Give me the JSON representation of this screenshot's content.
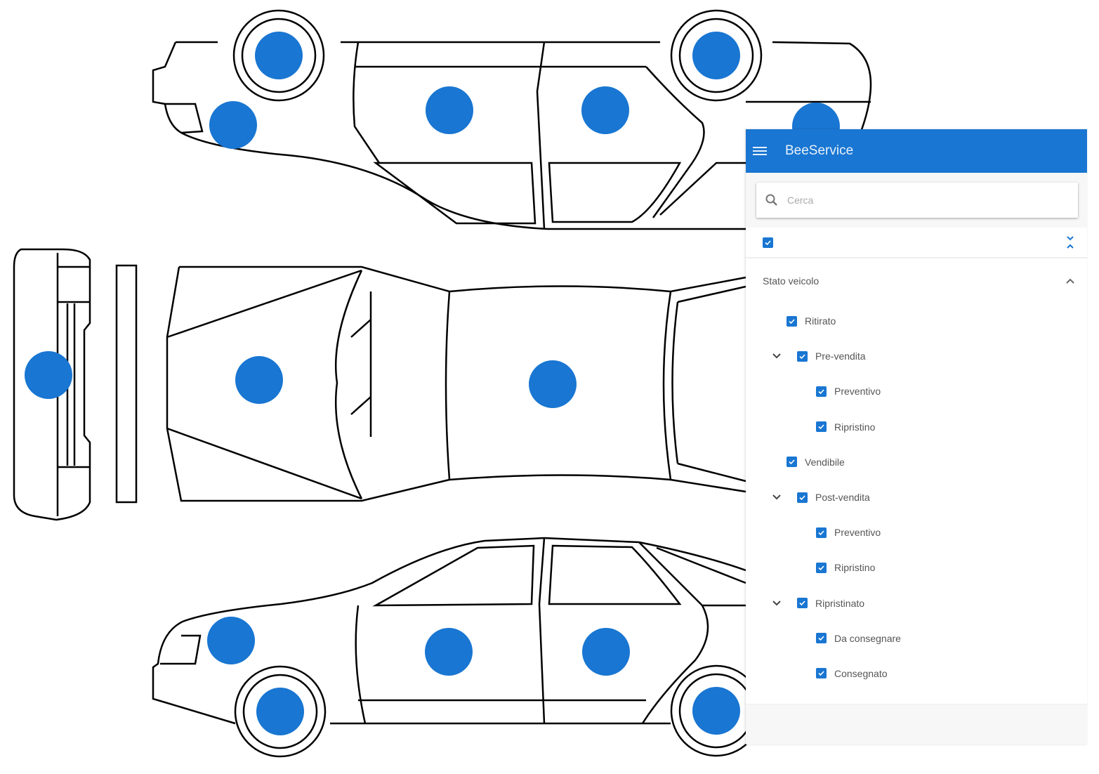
{
  "diagram": {
    "accent": "#1976d2",
    "markers": [
      "front-left-wheel",
      "rear-left-wheel",
      "front-left-light",
      "front-left-door",
      "rear-left-door",
      "rear-left-light",
      "front-bumper",
      "hood",
      "roof",
      "front-right-light",
      "front-right-door",
      "rear-right-door",
      "front-right-wheel",
      "rear-right-wheel"
    ]
  },
  "app": {
    "title": "BeeService",
    "brand_color": "#1976d2",
    "search": {
      "placeholder": "Cerca",
      "value": ""
    },
    "select_all_checked": true,
    "section": {
      "label": "Stato veicolo",
      "expanded": true
    },
    "tree": [
      {
        "label": "Ritirato",
        "level": 1,
        "checked": true,
        "expandable": false
      },
      {
        "label": "Pre-vendita",
        "level": 1,
        "checked": true,
        "expandable": true
      },
      {
        "label": "Preventivo",
        "level": 2,
        "checked": true,
        "expandable": false
      },
      {
        "label": "Ripristino",
        "level": 2,
        "checked": true,
        "expandable": false
      },
      {
        "label": "Vendibile",
        "level": 1,
        "checked": true,
        "expandable": false
      },
      {
        "label": "Post-vendita",
        "level": 1,
        "checked": true,
        "expandable": true
      },
      {
        "label": "Preventivo",
        "level": 2,
        "checked": true,
        "expandable": false
      },
      {
        "label": "Ripristino",
        "level": 2,
        "checked": true,
        "expandable": false
      },
      {
        "label": "Ripristinato",
        "level": 1,
        "checked": true,
        "expandable": true
      },
      {
        "label": "Da consegnare",
        "level": 2,
        "checked": true,
        "expandable": false
      },
      {
        "label": "Consegnato",
        "level": 2,
        "checked": true,
        "expandable": false
      }
    ]
  }
}
